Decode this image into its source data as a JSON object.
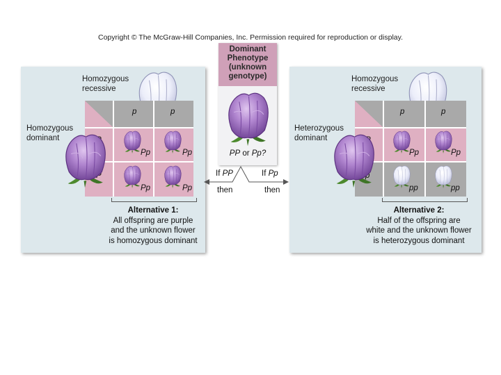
{
  "header": {
    "copyright": "Copyright © The McGraw-Hill Companies, Inc. Permission required for reproduction or display."
  },
  "center": {
    "title_lines": [
      "Dominant",
      "Phenotype",
      "(unknown",
      "genotype)"
    ],
    "genotype_question_pp": "PP",
    "genotype_question_or": " or ",
    "genotype_question_pp2": "Pp?",
    "branch_left_if": "If ",
    "branch_left_geno": "PP",
    "branch_left_then": "then",
    "branch_right_if": "If ",
    "branch_right_geno": "Pp",
    "branch_right_then": "then"
  },
  "left_panel": {
    "recessive_label": [
      "Homozygous",
      "recessive"
    ],
    "dominant_label": [
      "Homozygous",
      "dominant"
    ],
    "top_alleles": [
      "p",
      "p"
    ],
    "side_alleles": [
      "P",
      "P"
    ],
    "offspring": [
      "Pp",
      "Pp",
      "Pp",
      "Pp"
    ],
    "caption_title": "Alternative 1:",
    "caption_lines": [
      "All offspring are purple",
      "and the unknown flower",
      "is homozygous dominant"
    ]
  },
  "right_panel": {
    "recessive_label": [
      "Homozygous",
      "recessive"
    ],
    "dominant_label": [
      "Heterozygous",
      "dominant"
    ],
    "top_alleles": [
      "p",
      "p"
    ],
    "side_alleles": [
      "P",
      "p"
    ],
    "offspring": [
      "Pp",
      "Pp",
      "pp",
      "pp"
    ],
    "caption_title": "Alternative 2:",
    "caption_lines": [
      "Half of the offspring are",
      "white and the unknown flower",
      "is heterozygous dominant"
    ]
  },
  "colors": {
    "purple_flower": "#a070c0",
    "white_flower": "#e6e8f6",
    "leaf": "#4d8a2e",
    "panel_bg": "#dde8ec",
    "cell_pink": "#dfb0c2",
    "cell_gray": "#a9a9a9"
  }
}
